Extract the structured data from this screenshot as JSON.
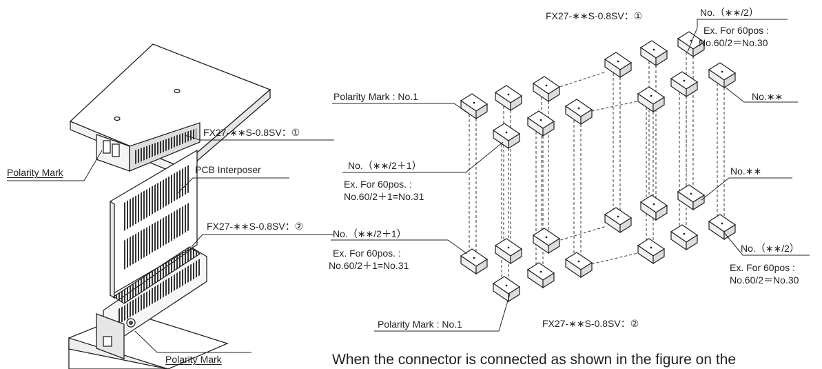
{
  "left_labels": {
    "fx27_1": "FX27-∗∗S-0.8SV：①",
    "polarity_mark_top": "Polarity Mark",
    "pcb_interposer": "PCB Interposer",
    "fx27_2": "FX27-∗∗S-0.8SV：②",
    "polarity_mark_bottom": "Polarity Mark"
  },
  "right_labels": {
    "fx27_1_title": "FX27-∗∗S-0.8SV：①",
    "fx27_2_title": "FX27-∗∗S-0.8SV：②",
    "top_half_no": "No.（∗∗/2）",
    "top_half_ex1": "Ex. For 60pos :",
    "top_half_ex2": "No.60/2＝No.30",
    "polarity_no1_top": "Polarity Mark : No.1",
    "no_last_top": "No.∗∗",
    "mid_no_top": "No.（∗∗/2＋1）",
    "mid_ex1_top": "Ex. For 60pos. :",
    "mid_ex2_top": "No.60/2＋1=No.31",
    "no_last_bottom": "No.∗∗",
    "mid_no_bottom": "No.（∗∗/2＋1）",
    "mid_ex1_bottom": "Ex. For 60pos. :",
    "mid_ex2_bottom": "No.60/2＋1=No.31",
    "bottom_half_no": "No.（∗∗/2）",
    "bottom_half_ex1": "Ex. For 60pos :",
    "bottom_half_ex2": "No.60/2＝No.30",
    "polarity_no1_bottom": "Polarity Mark : No.1"
  },
  "caption": "When the connector is connected as shown in the figure on the"
}
